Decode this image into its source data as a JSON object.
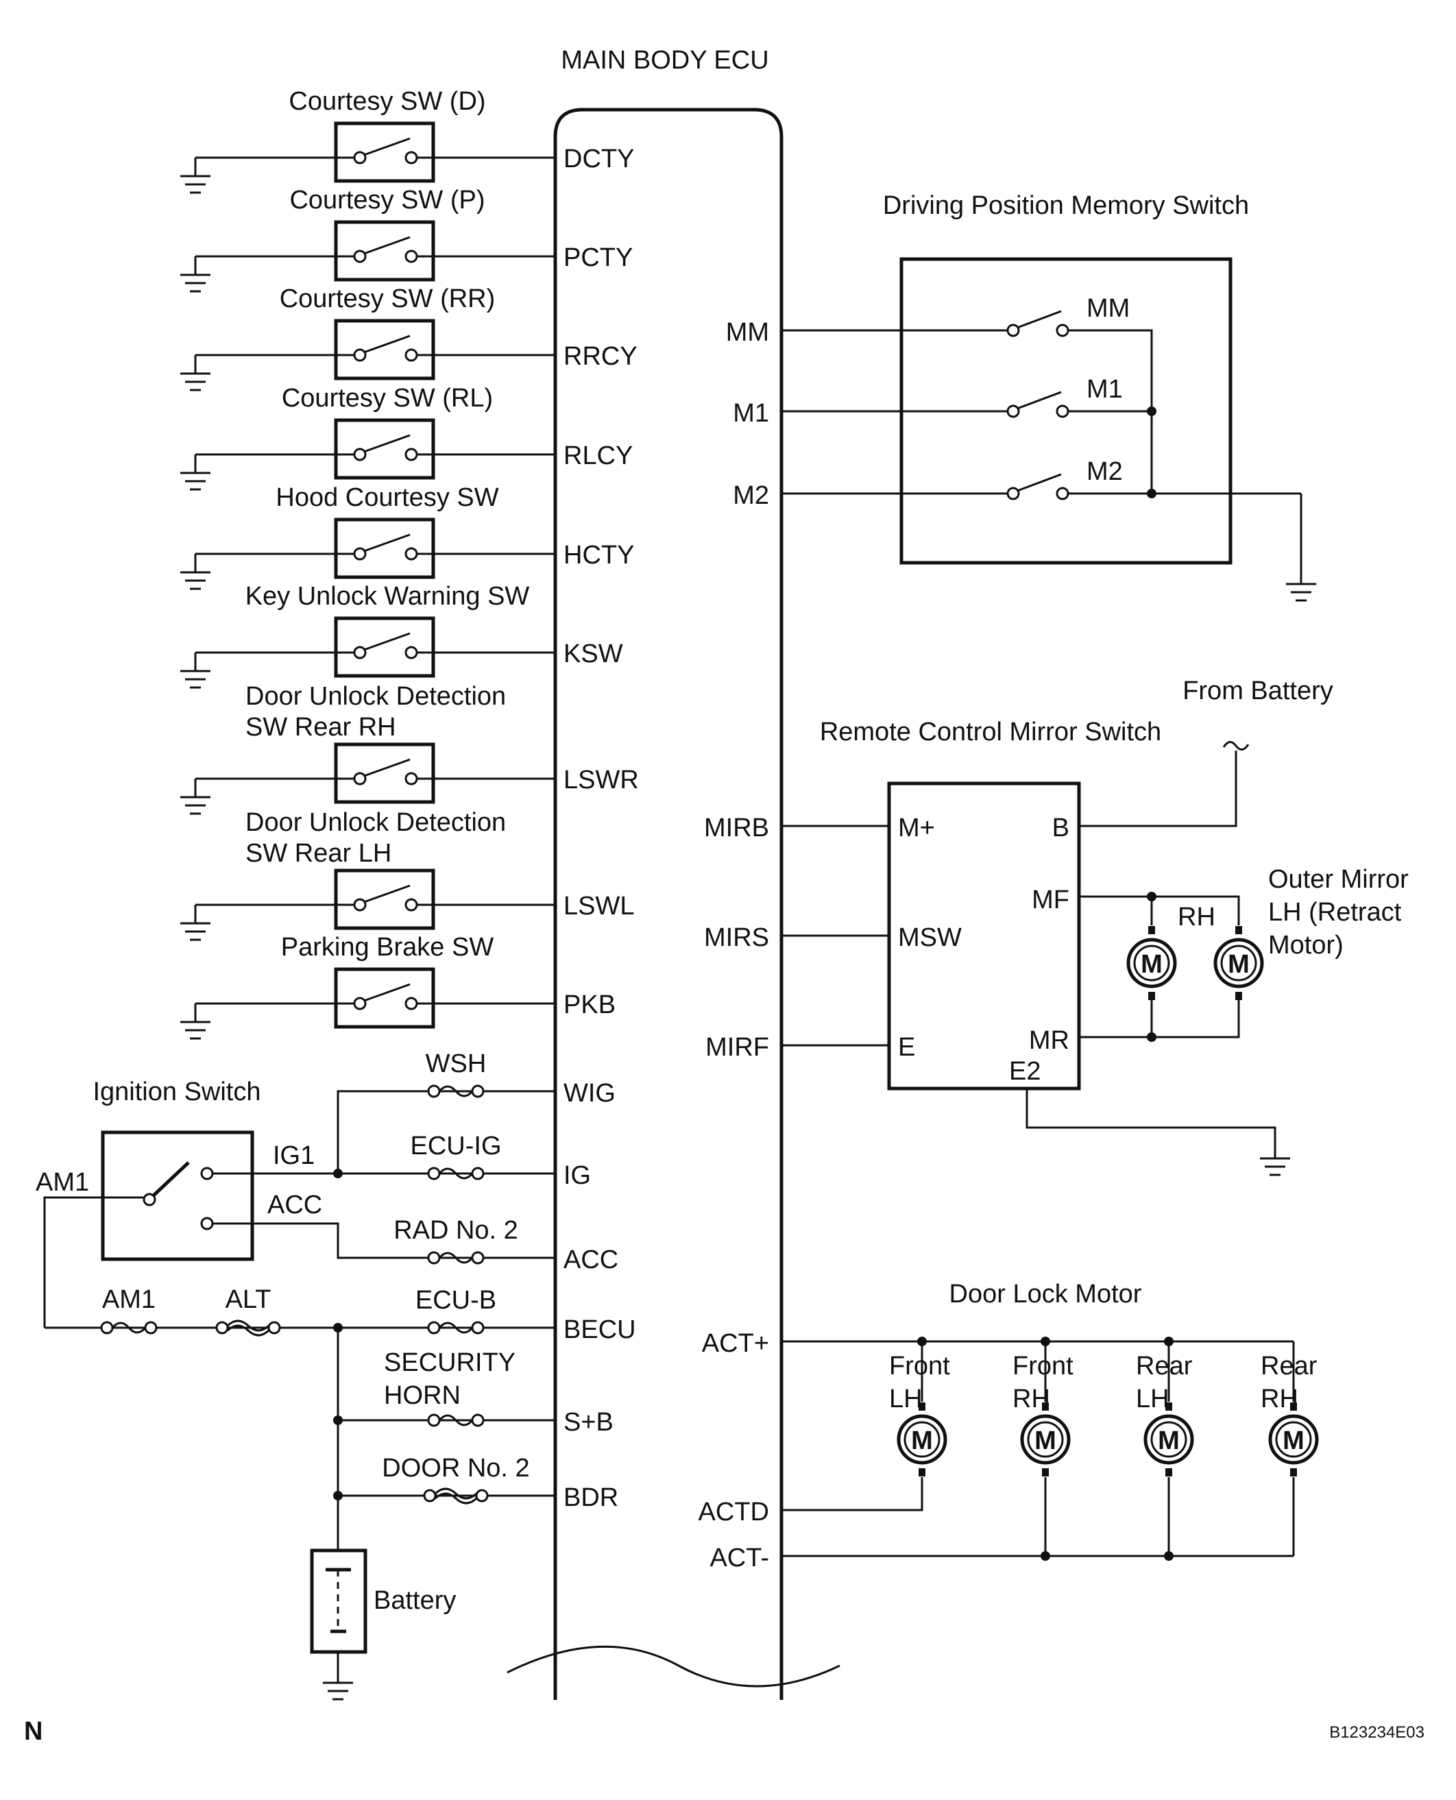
{
  "ecu": {
    "title": "MAIN BODY ECU"
  },
  "left_switches": [
    {
      "label": "Courtesy SW (D)",
      "pin": "DCTY"
    },
    {
      "label": "Courtesy SW (P)",
      "pin": "PCTY"
    },
    {
      "label": "Courtesy SW (RR)",
      "pin": "RRCY"
    },
    {
      "label": "Courtesy SW (RL)",
      "pin": "RLCY"
    },
    {
      "label": "Hood Courtesy SW",
      "pin": "HCTY"
    },
    {
      "label": "Key Unlock Warning SW",
      "pin": "KSW"
    },
    {
      "label": "Door Unlock Detection|SW Rear RH",
      "pin": "LSWR"
    },
    {
      "label": "Door Unlock Detection|SW Rear LH",
      "pin": "LSWL"
    },
    {
      "label": "Parking Brake SW",
      "pin": "PKB"
    }
  ],
  "power": {
    "ignition_switch": "Ignition Switch",
    "am1_terminal": "AM1",
    "ig1": "IG1",
    "acc": "ACC",
    "fuses": [
      {
        "name": "WSH",
        "pin": "WIG"
      },
      {
        "name": "ECU-IG",
        "pin": "IG"
      },
      {
        "name": "RAD No. 2",
        "pin": "ACC"
      },
      {
        "name": "ECU-B",
        "pin": "BECU"
      },
      {
        "name": "SECURITY|HORN",
        "pin": "S+B"
      },
      {
        "name": "DOOR No. 2",
        "pin": "BDR"
      }
    ],
    "am1_fuse": "AM1",
    "alt_fuse": "ALT",
    "battery": "Battery"
  },
  "memory_switch": {
    "title": "Driving Position Memory Switch",
    "ecu_pins": [
      "MM",
      "M1",
      "M2"
    ],
    "switch_labels": [
      "MM",
      "M1",
      "M2"
    ]
  },
  "mirror_switch": {
    "title": "Remote Control Mirror Switch",
    "from_battery": "From Battery",
    "ecu_pins": [
      "MIRB",
      "MIRS",
      "MIRF"
    ],
    "terminals_left": [
      "M+",
      "MSW",
      "E"
    ],
    "terminals_right": [
      "B",
      "MF",
      "MR"
    ],
    "e2": "E2",
    "rh": "RH",
    "outer_mirror": "Outer Mirror|LH (Retract|Motor)"
  },
  "door_lock": {
    "title": "Door Lock Motor",
    "ecu_pins": [
      "ACT+",
      "ACTD",
      "ACT-"
    ],
    "motors": [
      "Front|LH",
      "Front|RH",
      "Rear|LH",
      "Rear|RH"
    ]
  },
  "motor_symbol": "M",
  "corner": {
    "left": "N",
    "right": "B123234E03"
  }
}
